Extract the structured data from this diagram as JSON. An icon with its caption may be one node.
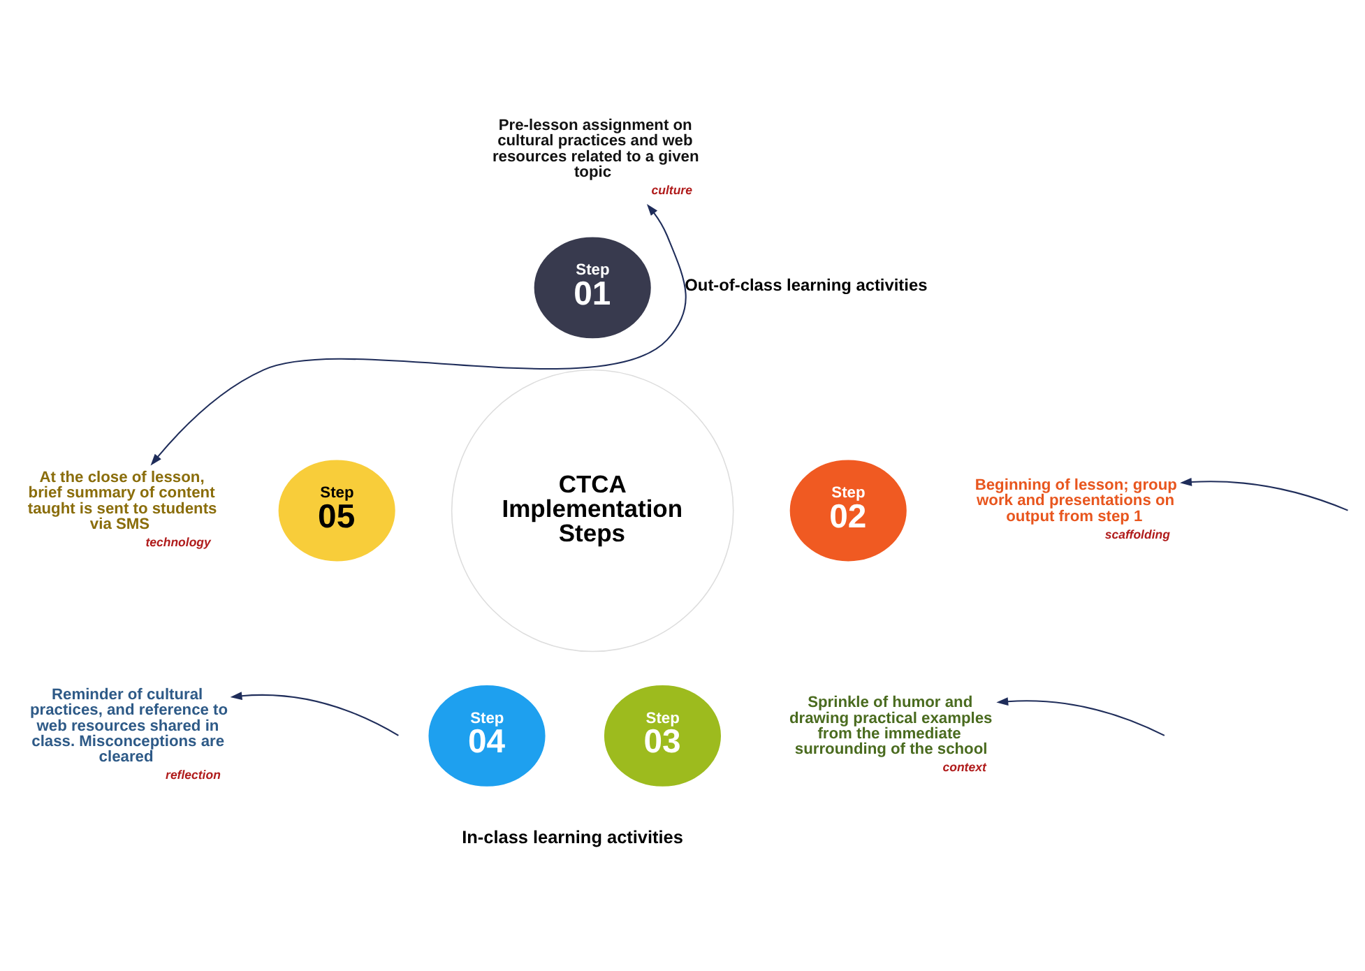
{
  "diagram": {
    "nodes": [
      {
        "text": [
          "CTCA Implementation Steps"
        ]
      },
      {
        "text": [
          "Step 01"
        ]
      },
      {
        "text": [
          "Step 02"
        ]
      },
      {
        "text": [
          "Step 03"
        ]
      },
      {
        "text": [
          "Step 04"
        ]
      },
      {
        "text": [
          "Step 05"
        ]
      },
      {
        "text": [
          "Pre-lesson assignment on cultural practices and web resources related to a given topic"
        ],
        "beside": [
          "culture"
        ]
      },
      {
        "text": [
          "Beginning of lesson; group work and presentations on output from step 1"
        ],
        "beside": [
          "scaffolding"
        ]
      },
      {
        "text": [
          "Sprinkle of humor and drawing practical examples from the immediate surrounding of the school"
        ],
        "beside": [
          "context"
        ]
      },
      {
        "text": [
          "Reminder of cultural practices, and reference to web resources shared in class. Misconceptions are cleared"
        ],
        "beside": [
          "reflection"
        ]
      },
      {
        "text": [
          "At the close of lesson, brief summary of content taught is sent to students via SMS"
        ],
        "beside": [
          "technology"
        ]
      }
    ],
    "edges": [
      {
        "from": 10,
        "to": 6,
        "arrow": "both",
        "label": "Out-of-class learning activities"
      },
      {
        "from": null,
        "to": 7,
        "arrow": "to"
      },
      {
        "from": null,
        "to": 8,
        "arrow": "to"
      },
      {
        "from": null,
        "to": 9,
        "arrow": "to"
      }
    ],
    "labels": [
      "In-class learning activities"
    ]
  }
}
